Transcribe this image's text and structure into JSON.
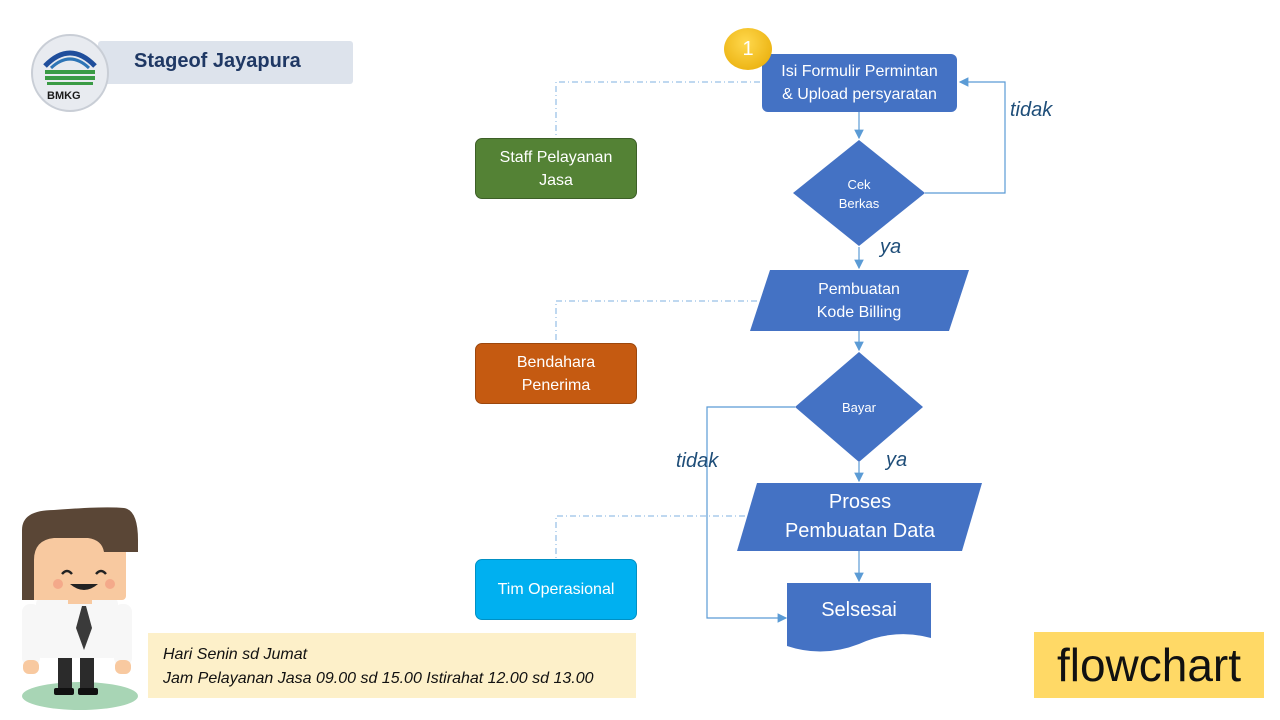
{
  "header": {
    "title": "Stageof Jayapura",
    "logo_text": "BMKG"
  },
  "step_badge": "1",
  "nodes": {
    "form": "Isi Formulir Permintan\n& Upload persyaratan",
    "cek": "Cek\nBerkas",
    "billing": "Pembuatan\nKode Billing",
    "bayar": "Bayar",
    "proses": "Proses\nPembuatan Data",
    "selesai": "Selsesai"
  },
  "roles": {
    "staff": "Staff Pelayanan\nJasa",
    "bendahara": "Bendahara\nPenerima",
    "tim": "Tim Operasional"
  },
  "labels": {
    "tidak1": "tidak",
    "ya1": "ya",
    "tidak2": "tidak",
    "ya2": "ya"
  },
  "info": {
    "text": "Hari Senin sd Jumat\nJam Pelayanan Jasa 09.00 sd 15.00 Istirahat 12.00 sd 13.00"
  },
  "footer_label": "flowchart",
  "colors": {
    "process_blue": "#4472c4",
    "staff_green": "#548235",
    "bendahara_orange": "#c55a11",
    "tim_cyan": "#00b0f0",
    "connector": "#5b9bd5",
    "badge_gold": "#f2b900",
    "flowchart_yellow": "#ffd966"
  }
}
